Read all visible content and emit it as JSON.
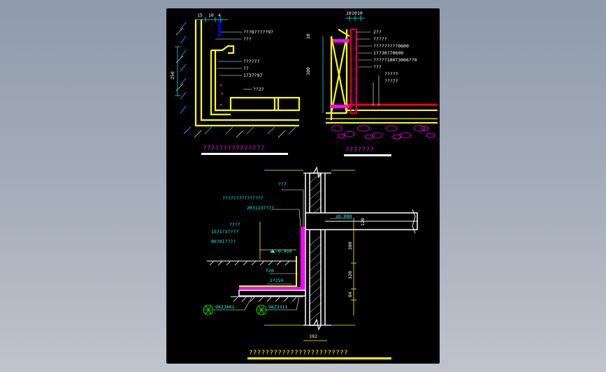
{
  "colors": {
    "background": "#000000",
    "wall": "#ffff00",
    "annotation": "#00ffff",
    "waterproof": "#ff00ff",
    "membrane": "#ff0000",
    "structure": "#ffffff",
    "hatch": "#00a0ff",
    "symbol": "#00ff00"
  },
  "detail_a": {
    "dims_top": [
      "15",
      "10",
      "4"
    ],
    "dim_side": "250",
    "labels": [
      "???8?????9?",
      "???",
      "??????",
      "??",
      "1737?97",
      "??2?"
    ],
    "title": "???????????????"
  },
  "detail_b": {
    "dims_top": [
      "10",
      "10",
      "10"
    ],
    "dims_side": [
      "10",
      "100"
    ],
    "labels": [
      "2??",
      "?????",
      "?????????0600",
      "1??30?70600",
      "?????10073006??0",
      "???",
      "?????",
      "???7?"
    ],
    "title": "???????"
  },
  "detail_c": {
    "labels_left": [
      "???????????????",
      "203123??7?",
      "????",
      "1571?3????",
      "80?01????"
    ],
    "label_top": "??7",
    "level": "-0.450",
    "level_right": "±0.000",
    "dim_t": "T20",
    "slope": "2?25%",
    "dims_right": [
      "380",
      "320",
      "84"
    ],
    "dim_bottom": "192",
    "dim_slab": "120",
    "ref_1": "98ZJ001",
    "ref_2": "98ZJ311",
    "title": "????????????????????????"
  }
}
